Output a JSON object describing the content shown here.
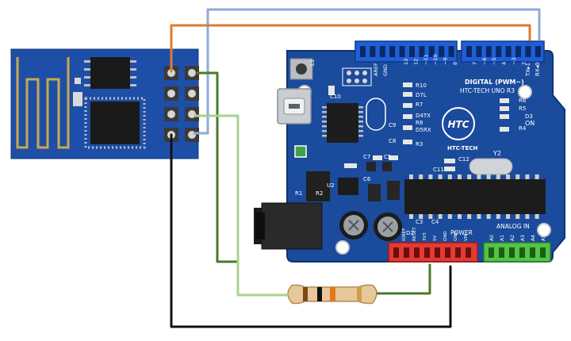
{
  "colors": {
    "background": "#ffffff",
    "esp_pcb": "#1e4fa8",
    "arduino_pcb": "#1a4b9c",
    "header_blue": "#1f5fd6",
    "header_red": "#e33a33",
    "header_green": "#55c24a",
    "wire_blue": "#8eaadb",
    "wire_orange": "#e07a2e",
    "wire_darkgreen": "#4a7a2a",
    "wire_lightgreen": "#a9d18e",
    "wire_black": "#111111",
    "resistor_body": "#e8c89a"
  },
  "arduino": {
    "board_name": "HTC-TECH UNO R3",
    "logo_text": "HTC-TECH",
    "digital_label": "DIGITAL (PWM~)",
    "tx_label": "TX▸1",
    "rx_label": "RX◂0",
    "power_label": "POWER",
    "analog_label": "ANALOG IN",
    "on_label": "ON",
    "aref_label": "AREF",
    "gnd_label": "GND",
    "digital_pins": [
      "13",
      "12",
      "~11",
      "~10",
      "~9",
      "8",
      "7",
      "~6",
      "~5",
      "4",
      "~3",
      "2"
    ],
    "power_pins": [
      "IOREF",
      "RESET",
      "3V3",
      "5V",
      "GND",
      "GND",
      "VIN"
    ],
    "analog_pins": [
      "A0",
      "A1",
      "A2",
      "A3",
      "A4",
      "A5"
    ],
    "components": {
      "l1": "L1",
      "c10": "C10",
      "r10": "R10",
      "d7l": "D7L",
      "r7": "R7",
      "d4tx": "D4TX",
      "r8": "R8",
      "d5rx": "D5RX",
      "r3": "R3",
      "c9": "C9",
      "c8": "C8",
      "c7": "C7",
      "c5": "C5",
      "c6": "C6",
      "u2": "U2",
      "c11": "C11",
      "c12": "C12",
      "y2": "Y2",
      "c3": "C3",
      "c4": "C4",
      "d2": "D2",
      "r1": "R1",
      "r2": "R2",
      "r4": "R4",
      "r5": "R5",
      "r6": "R6",
      "d3": "D3"
    }
  },
  "esp": {
    "module_name": ""
  }
}
